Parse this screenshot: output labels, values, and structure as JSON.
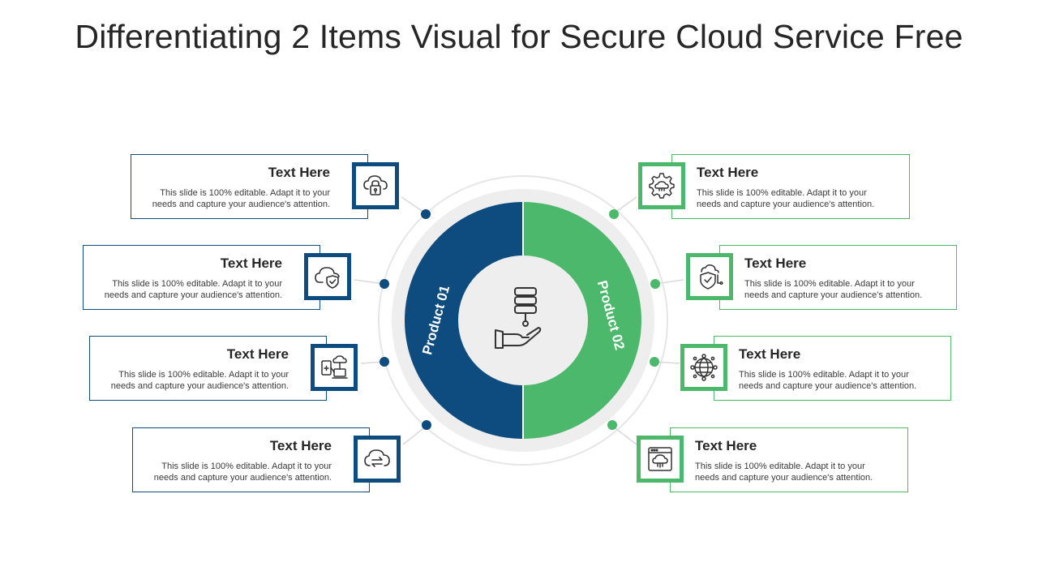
{
  "title": "Differentiating 2 Items Visual for Secure Cloud Service Free",
  "colors": {
    "product1": "#0e4c7f",
    "product2": "#4cb86b",
    "ring": "#eeeeee"
  },
  "center": {
    "product1_label": "Product 01",
    "product2_label": "Product 02",
    "center_icon": "server-hand-icon"
  },
  "left_items": [
    {
      "title": "Text Here",
      "line1": "This slide is 100% editable. Adapt it to your",
      "line2": "needs and capture your audience's attention.",
      "icon": "cloud-lock-icon"
    },
    {
      "title": "Text Here",
      "line1": "This slide is 100% editable. Adapt it to your",
      "line2": "needs and capture your audience's attention.",
      "icon": "cloud-shield-icon"
    },
    {
      "title": "Text Here",
      "line1": "This slide is 100% editable. Adapt it to your",
      "line2": "needs and capture your audience's attention.",
      "icon": "devices-cloud-icon"
    },
    {
      "title": "Text Here",
      "line1": "This slide is 100% editable. Adapt it to your",
      "line2": "needs and capture your audience's attention.",
      "icon": "cloud-transfer-icon"
    }
  ],
  "right_items": [
    {
      "title": "Text Here",
      "line1": "This slide is 100% editable. Adapt it to your",
      "line2": "needs and capture your audience's attention.",
      "icon": "gear-cloud-icon"
    },
    {
      "title": "Text Here",
      "line1": "This slide is 100% editable. Adapt it to your",
      "line2": "needs and capture your audience's attention.",
      "icon": "shield-cloud-network-icon"
    },
    {
      "title": "Text Here",
      "line1": "This slide is 100% editable. Adapt it to your",
      "line2": "needs and capture your audience's attention.",
      "icon": "globe-network-icon"
    },
    {
      "title": "Text Here",
      "line1": "This slide is 100% editable. Adapt it to your",
      "line2": "needs and capture your audience's attention.",
      "icon": "browser-cloud-icon"
    }
  ]
}
